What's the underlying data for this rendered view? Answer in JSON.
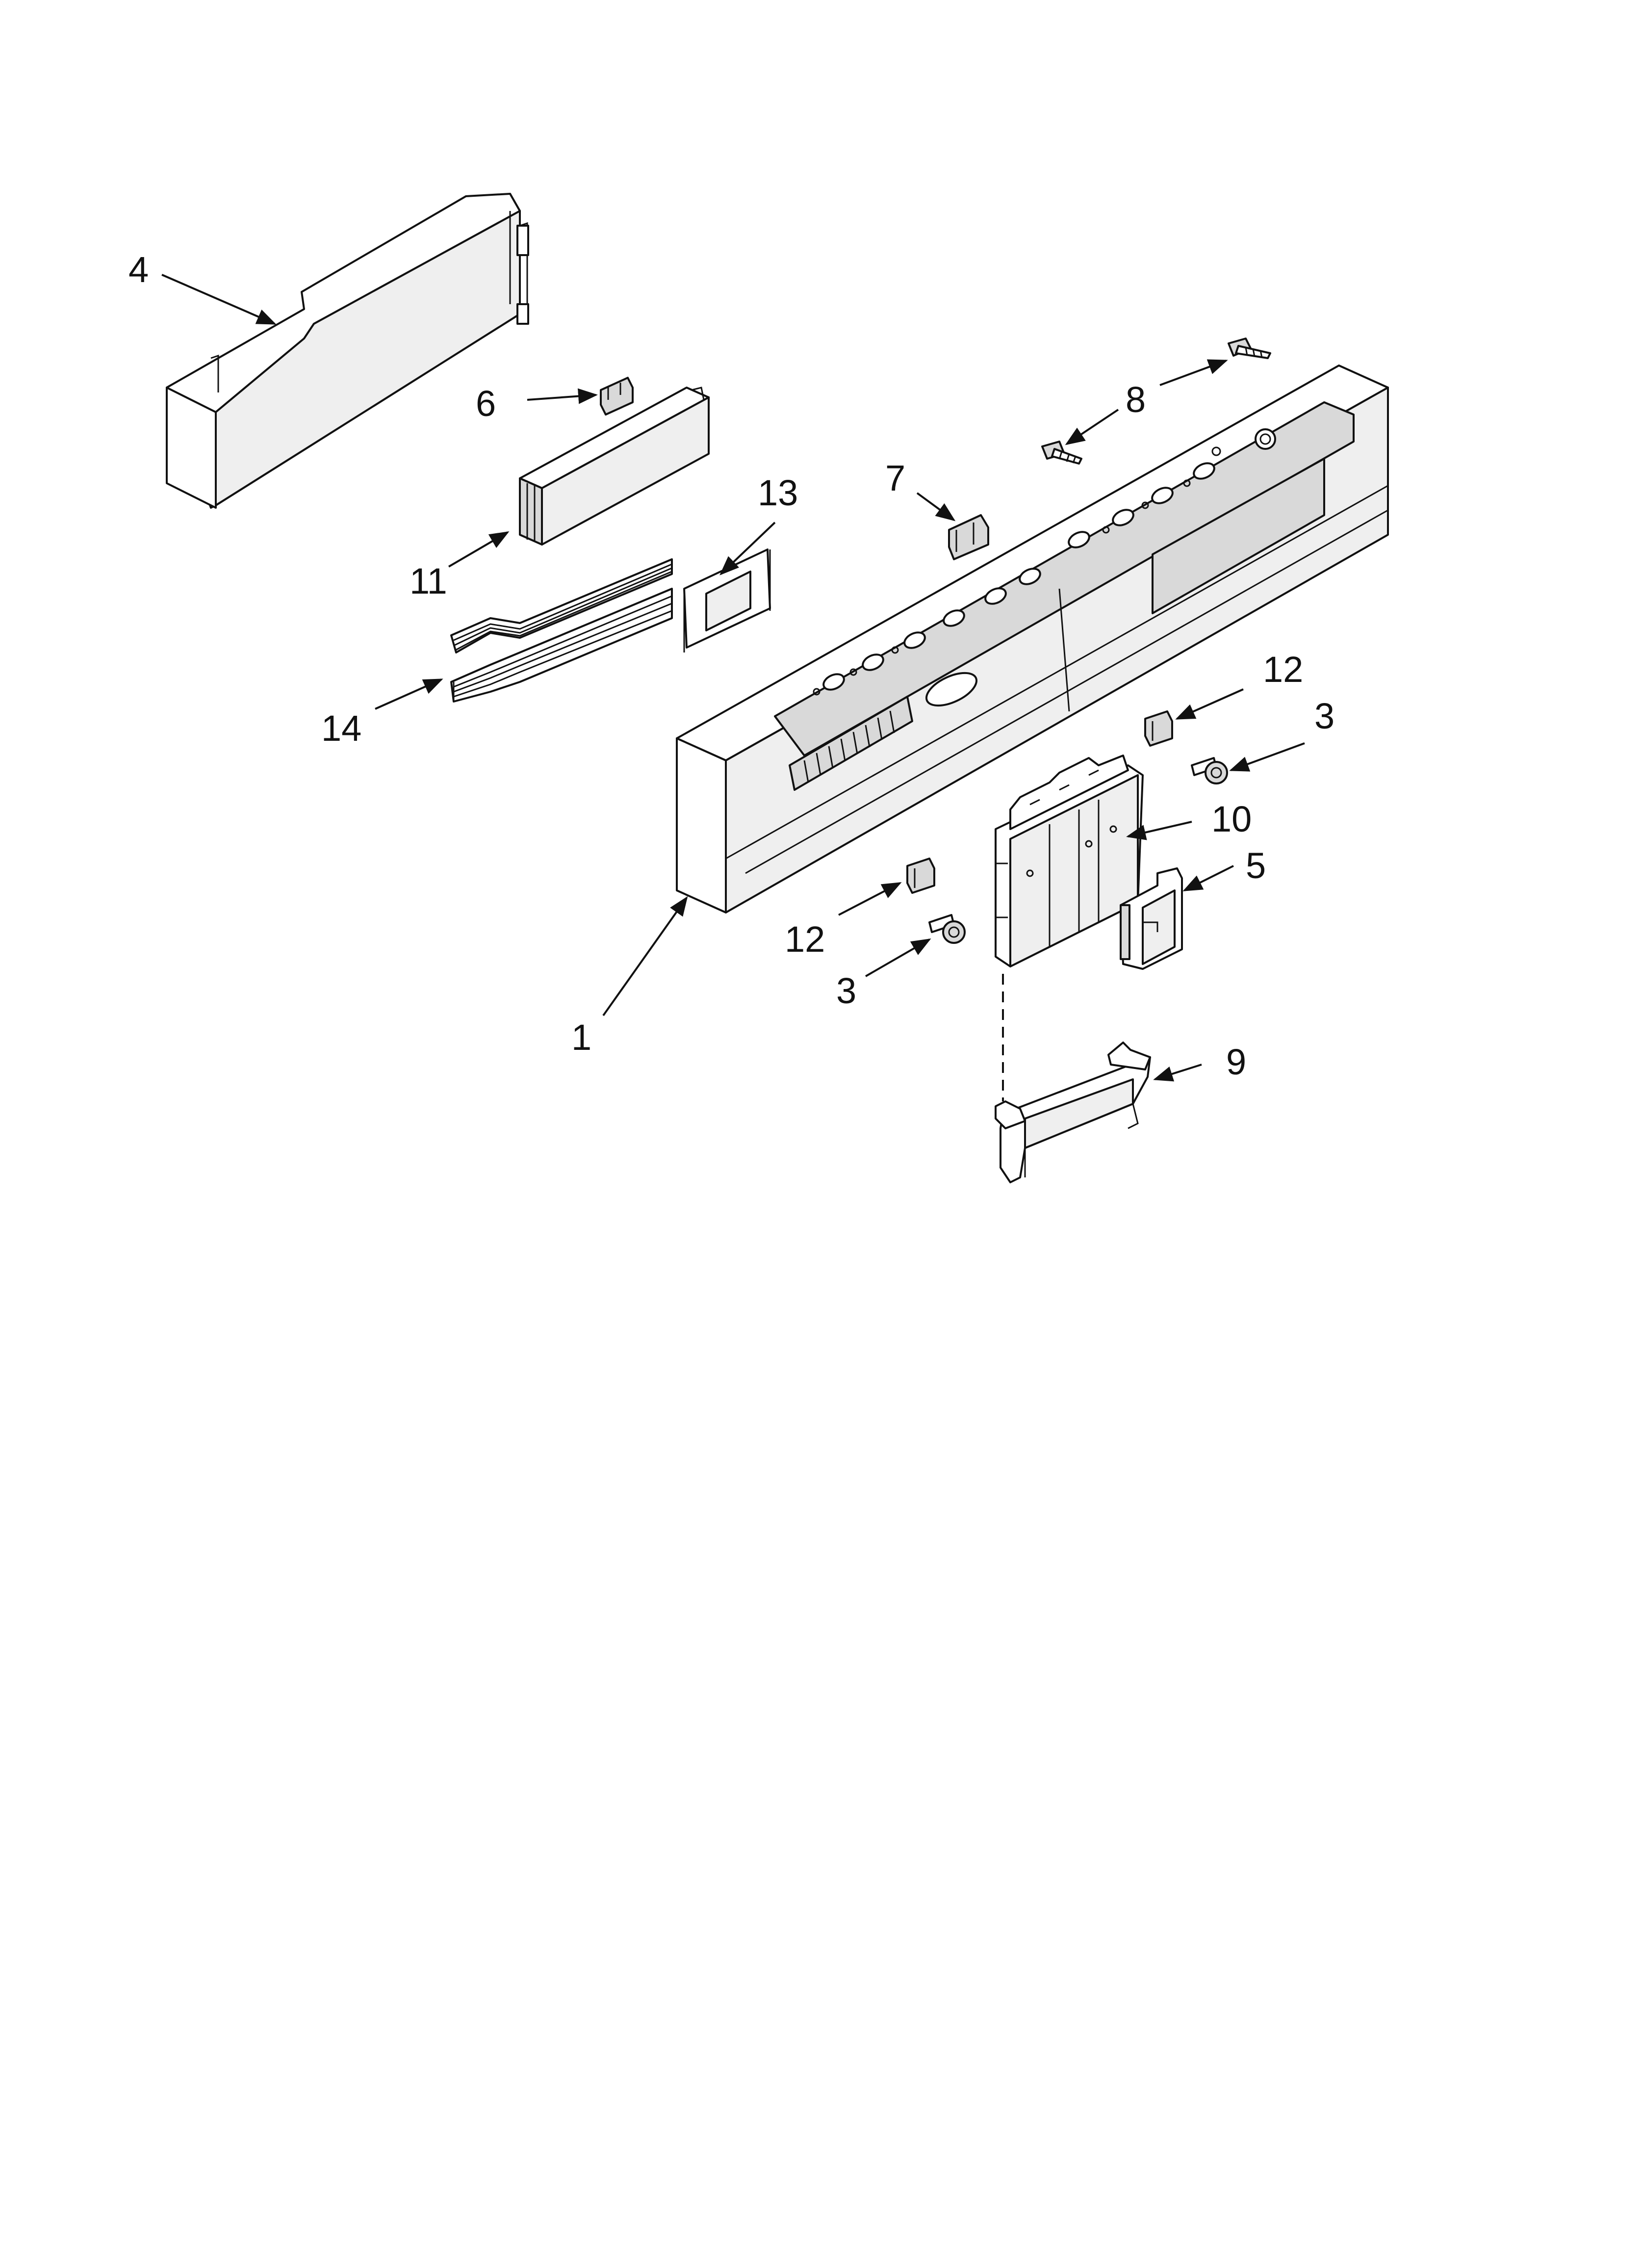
{
  "callouts": {
    "c1": "1",
    "c3a": "3",
    "c3b": "3",
    "c4": "4",
    "c5": "5",
    "c6": "6",
    "c7": "7",
    "c8": "8",
    "c9": "9",
    "c10": "10",
    "c11": "11",
    "c12a": "12",
    "c12b": "12",
    "c13": "13",
    "c14": "14"
  }
}
